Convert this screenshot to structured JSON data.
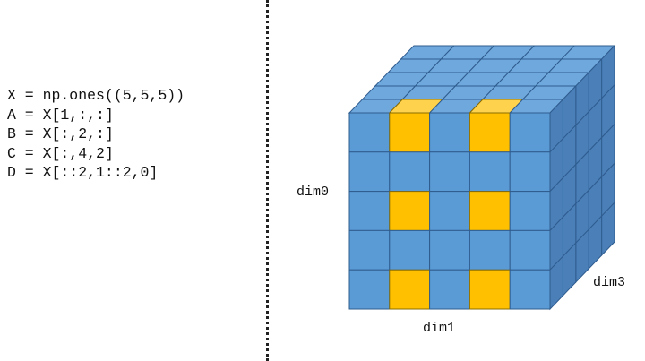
{
  "code_lines": [
    "X = np.ones((5,5,5))",
    "A = X[1,:,:]",
    "B = X[:,2,:]",
    "C = X[:,4,2]",
    "D = X[::2,1::2,0]"
  ],
  "axis_labels": {
    "dim0": "dim0",
    "dim1": "dim1",
    "dim3": "dim3"
  },
  "cube": {
    "size": [
      5,
      5,
      5
    ],
    "highlighted_front_cells": [
      [
        0,
        1
      ],
      [
        0,
        3
      ],
      [
        2,
        1
      ],
      [
        2,
        3
      ],
      [
        4,
        1
      ],
      [
        4,
        3
      ]
    ],
    "colors": {
      "front": "#5b9bd5",
      "top": "#6fa8dc",
      "side": "#4a7fb8",
      "edge": "#2f5c8f",
      "highlight": "#ffc000",
      "highlight_top": "#ffd24d",
      "highlight_edge": "#8a6d00"
    }
  }
}
